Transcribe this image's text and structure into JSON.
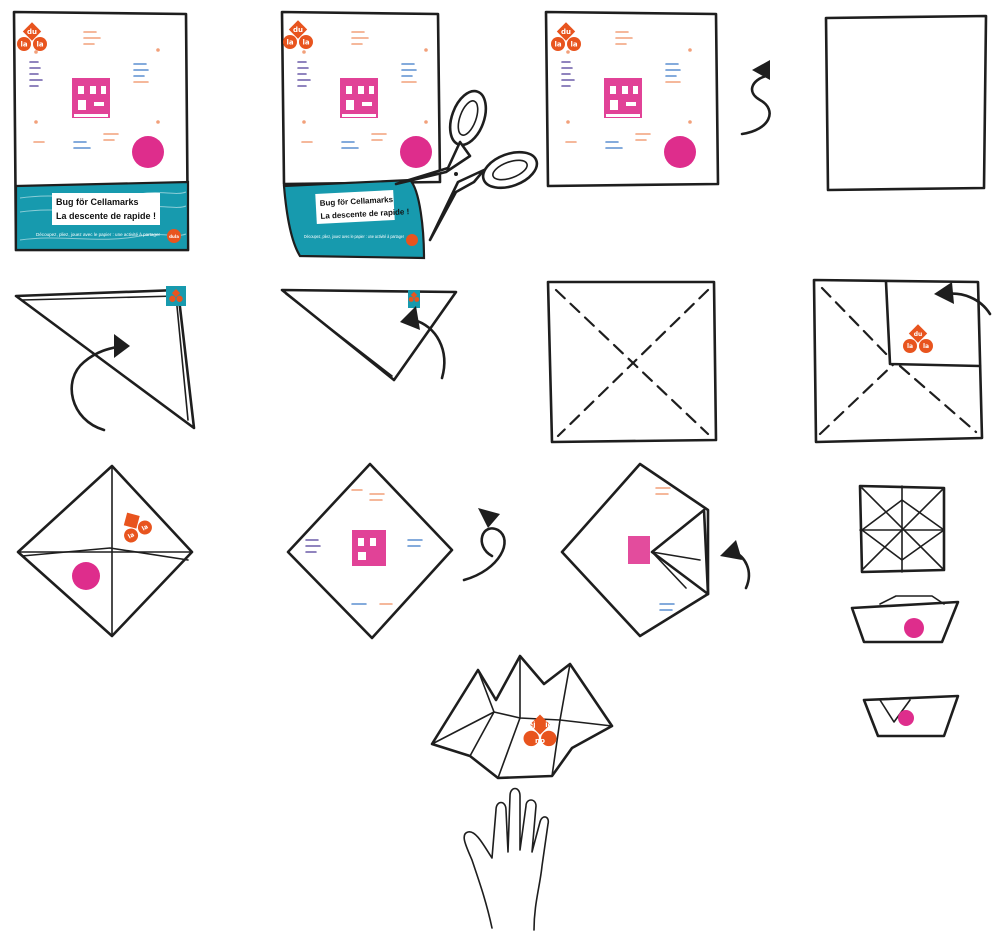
{
  "logo": {
    "top": "du",
    "left": "la",
    "right": "la",
    "small_left": "ej",
    "small_right": "ig",
    "small_bottom": "np"
  },
  "banner": {
    "line1": "Bug för Cellamarks",
    "line2": "La descente de rapide !",
    "small_text": "Découpez, pliez, jouez avec le papier : une activité à partager",
    "badge": "dula"
  },
  "colors": {
    "orange": "#E8541E",
    "magenta": "#DE2D8C",
    "teal": "#179AAE",
    "ink": "#1E1E1E",
    "blue_text": "#5B8FD0",
    "purple_text": "#6B5BA8",
    "peach_text": "#F2A07A"
  },
  "steps": [
    {
      "id": "step-1",
      "description_icon": "printed-sheet-icon"
    },
    {
      "id": "step-2",
      "description_icon": "scissors-icon"
    },
    {
      "id": "step-3",
      "description_icon": "flip-arrow-icon"
    },
    {
      "id": "step-4",
      "description_icon": "blank-square-icon"
    },
    {
      "id": "step-5",
      "description_icon": "fold-triangle-icon"
    },
    {
      "id": "step-6",
      "description_icon": "fold-triangle-icon"
    },
    {
      "id": "step-7",
      "description_icon": "dashed-square-icon"
    },
    {
      "id": "step-8",
      "description_icon": "corner-fold-icon"
    },
    {
      "id": "step-9",
      "description_icon": "diamond-icon"
    },
    {
      "id": "step-10",
      "description_icon": "diamond-flip-icon"
    },
    {
      "id": "step-11",
      "description_icon": "diamond-fold-icon"
    },
    {
      "id": "step-12",
      "description_icon": "small-square-icon"
    },
    {
      "id": "step-13",
      "description_icon": "fortune-teller-icon"
    },
    {
      "id": "step-14",
      "description_icon": "hand-icon"
    }
  ]
}
